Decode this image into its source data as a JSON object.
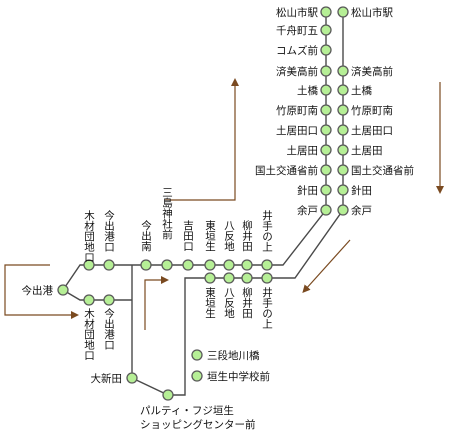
{
  "stations": {
    "matsuyama_shi_eki_l": "松山市駅",
    "matsuyama_shi_eki_r": "松山市駅",
    "senbunmachi_go": "千舟町五",
    "comuzu_mae": "コムズ前",
    "saibi_koko_l": "済美高前",
    "saibi_koko_r": "済美高前",
    "dobashi_l": "土橋",
    "dobashi_r": "土橋",
    "takeharamachi_minami_l": "竹原町南",
    "takeharamachi_minami_r": "竹原町南",
    "doidaguchi_l": "土居田口",
    "doidaguchi_r": "土居田口",
    "doida_l": "土居田",
    "doida_r": "土居田",
    "kokudo_l": "国土交通省前",
    "kokudo_r": "国土交通省前",
    "haritagi_l": "針田",
    "haritagi_r": "針田",
    "yodo_l": "余戸",
    "yodo_r": "余戸",
    "ide_no_ue_upper": "井手の上",
    "yanagi_ida_upper": "柳井田",
    "hattanji_upper": "八反地",
    "higashi_gaki_upper": "東垣生",
    "yoshidaguchi": "吉田口",
    "mishima_jinja_mae": "三島神社前",
    "imade_minami": "今出南",
    "imade_koguchi_upper": "今出港口",
    "kizaidanchiguchi_upper": "木材団地口",
    "imade_ko": "今出港",
    "kizaidanchiguchi_lower": "木材団地口",
    "imade_koguchi_lower": "今出港口",
    "ide_no_ue_lower": "井手の上",
    "yanagi_ida_lower": "柳井田",
    "hattanji_lower": "八反地",
    "higashi_gaki_lower": "東垣生",
    "sandan_jikawa_bashi": "三段地川橋",
    "gakio_chugakko_mae": "垣生中学校前",
    "onitta": "大新田",
    "paruti_line1": "パルティ・フジ垣生",
    "paruti_line2": "ショッピングセンター前"
  }
}
